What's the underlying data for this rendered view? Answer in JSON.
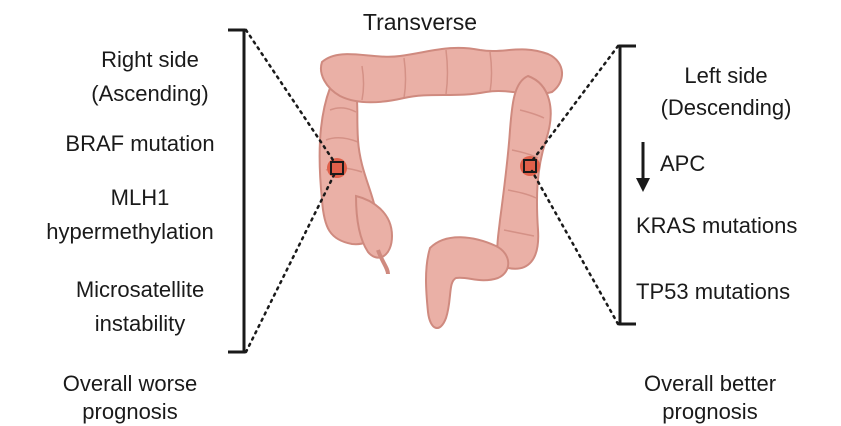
{
  "title": "Transverse",
  "left": {
    "heading_line1": "Right side",
    "heading_line2": "(Ascending)",
    "items": [
      "BRAF mutation",
      "MLH1",
      "hypermethylation",
      "Microsatellite",
      "instability"
    ],
    "footer_line1": "Overall worse",
    "footer_line2": "prognosis"
  },
  "right": {
    "heading_line1": "Left side",
    "heading_line2": "(Descending)",
    "items": [
      "APC",
      "KRAS mutations",
      "TP53 mutations"
    ],
    "footer_line1": "Overall better",
    "footer_line2": "prognosis"
  },
  "colors": {
    "colon_fill": "#eab0a6",
    "colon_stroke": "#cf8a7f",
    "lesion": "#e0604a",
    "line": "#1a1a1a"
  }
}
